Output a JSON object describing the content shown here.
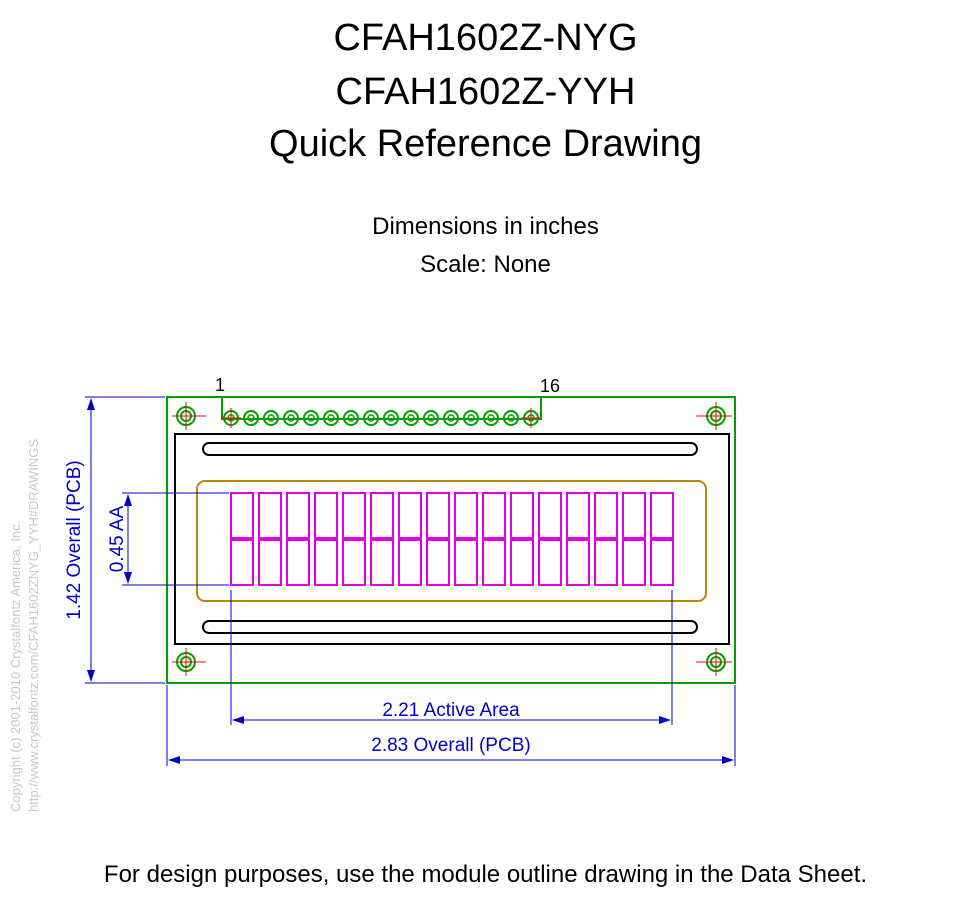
{
  "title": {
    "line1": "CFAH1602Z-NYG",
    "line2": "CFAH1602Z-YYH",
    "line3": "Quick Reference Drawing"
  },
  "notes": {
    "units": "Dimensions in inches",
    "scale": "Scale: None"
  },
  "pins": {
    "first": "1",
    "last": "16"
  },
  "dimensions": {
    "height_overall": "1.42 Overall (PCB)",
    "height_aa": "0.45 AA",
    "width_active": "2.21 Active Area",
    "width_overall": "2.83 Overall (PCB)"
  },
  "copyright": {
    "line1": "Copyright (c) 2001-2010 Crystalfontz America, Inc.",
    "line2": "http://www.crystalfontz.com/CFAH1602ZNYG_YYH#DRAWINGS"
  },
  "footer": "For design purposes, use the module outline drawing in the Data Sheet.",
  "colors": {
    "pcb": "#00a000",
    "dimension": "#0000cc",
    "viewing_area": "#b8860b",
    "characters": "#e000e0",
    "mount_cross": "#ff0000",
    "copyright": "#c8c8c8"
  }
}
